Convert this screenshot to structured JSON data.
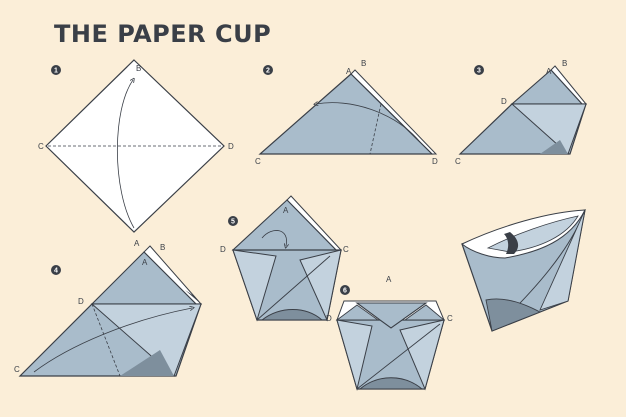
{
  "title": "THE PAPER CUP",
  "colors": {
    "background": "#fbeed8",
    "paper": "#a9bccb",
    "paper_light": "#c3d2de",
    "paper_dark": "#7e8f9d",
    "paper_white": "#ffffff",
    "outline": "#3a3f47"
  },
  "steps": [
    {
      "number": "1",
      "labels": {
        "b": "B",
        "c": "C",
        "d": "D"
      }
    },
    {
      "number": "2",
      "labels": {
        "a": "A",
        "b": "B",
        "c": "C",
        "d": "D"
      }
    },
    {
      "number": "3",
      "labels": {
        "a": "A",
        "b": "B",
        "c": "C",
        "d": "D"
      }
    },
    {
      "number": "4",
      "labels": {
        "a_top": "A",
        "b": "B",
        "a": "A",
        "c": "C",
        "d": "D"
      }
    },
    {
      "number": "5",
      "labels": {
        "a": "A",
        "c": "C",
        "d": "D"
      }
    },
    {
      "number": "6",
      "labels": {
        "a": "A",
        "c": "C",
        "d": "D"
      }
    }
  ]
}
